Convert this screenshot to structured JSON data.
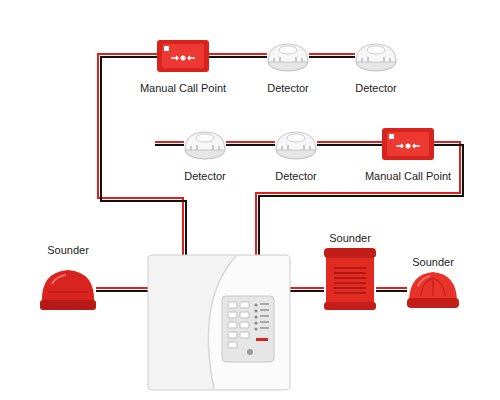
{
  "diagram": {
    "nodes": [
      {
        "text": [
          "Manual Call Point"
        ]
      },
      {
        "text": [
          "Detector"
        ]
      },
      {
        "text": [
          "Detector"
        ]
      },
      {
        "text": [
          "Detector"
        ]
      },
      {
        "text": [
          "Detector"
        ]
      },
      {
        "text": [
          "Manual Call Point"
        ]
      },
      {
        "text": [
          "Sounder"
        ]
      },
      {
        "text": [
          "Sounder"
        ]
      },
      {
        "text": [
          "Sounder"
        ]
      }
    ],
    "edges": [
      {
        "from": 0,
        "to": 1,
        "arrow": "none"
      },
      {
        "from": 1,
        "to": 2,
        "arrow": "none"
      },
      {
        "from": 3,
        "to": 4,
        "arrow": "none"
      },
      {
        "from": 4,
        "to": 5,
        "arrow": "none"
      },
      {
        "from": 7,
        "to": 8,
        "arrow": "none"
      }
    ]
  }
}
